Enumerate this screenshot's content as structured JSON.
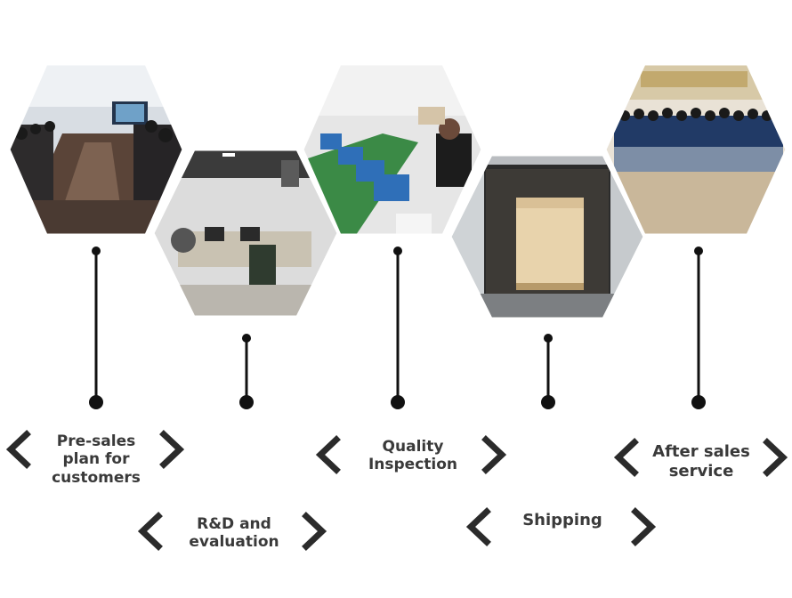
{
  "steps": {
    "presales": {
      "label_l1": "Pre-sales",
      "label_l2": "plan for",
      "label_l3": "customers"
    },
    "rnd": {
      "label_l1": "R&D and",
      "label_l2": "evaluation"
    },
    "quality": {
      "label_l1": "Quality",
      "label_l2": "Inspection"
    },
    "shipping": {
      "label_l1": "Shipping"
    },
    "aftersales": {
      "label_l1": "After sales",
      "label_l2": "service"
    }
  },
  "colors": {
    "line": "#111111",
    "label_text": "#3a3a3a",
    "chevron": "#2b2b2b",
    "hex_border": "#ffffff"
  },
  "icons": {
    "chevron_left": "chevron-left-icon",
    "chevron_right": "chevron-right-icon"
  }
}
